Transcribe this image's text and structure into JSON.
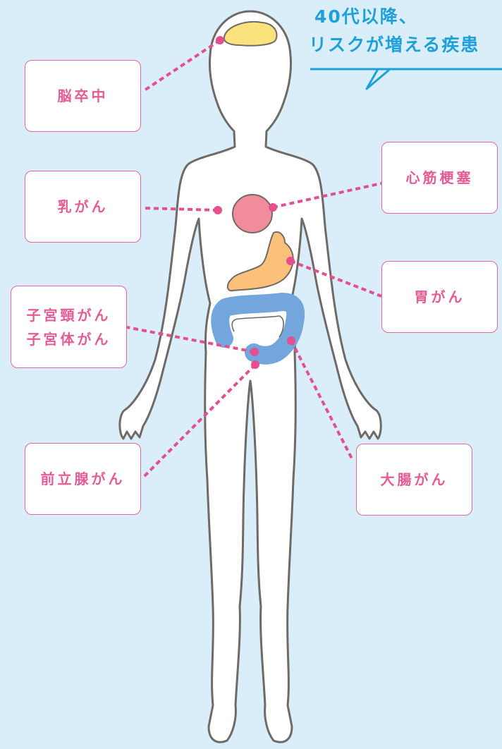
{
  "title": {
    "line1": "40代以降、",
    "line2": "リスクが増える疾患"
  },
  "colors": {
    "background": "#d9eef9",
    "title": "#1fa0d8",
    "accent_pink": "#e45b95",
    "body_fill": "#ffffff",
    "body_outline": "#6f6a66",
    "brain": "#fbe27d",
    "heart": "#f18c9c",
    "stomach": "#fbc07a",
    "intestine": "#72a6dd"
  },
  "organs": [
    {
      "id": "brain",
      "name": "brain-icon"
    },
    {
      "id": "heart",
      "name": "heart-icon"
    },
    {
      "id": "stomach",
      "name": "stomach-icon"
    },
    {
      "id": "intestine",
      "name": "large-intestine-icon"
    }
  ],
  "labels": {
    "stroke": "脳卒中",
    "breast_cancer": "乳がん",
    "cervical_cancer_1": "子宮頸がん",
    "cervical_cancer_2": "子宮体がん",
    "prostate_cancer": "前立腺がん",
    "myocardial_infarction": "心筋梗塞",
    "stomach_cancer": "胃がん",
    "colon_cancer": "大腸がん"
  }
}
